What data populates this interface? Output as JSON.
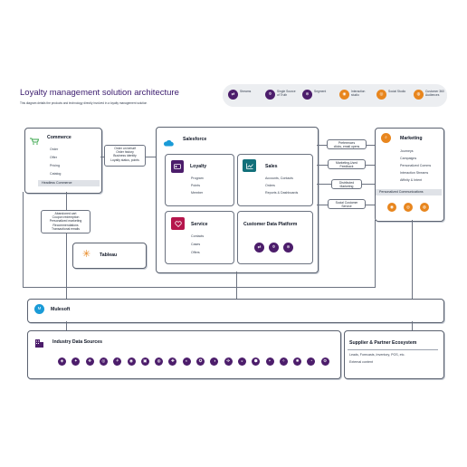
{
  "header": {
    "title": "Loyalty management solution architecture",
    "subtitle": "This diagram details the products and technology directly involved in a loyalty management solution"
  },
  "legend": [
    {
      "label": "Streams",
      "icon": "streams-icon",
      "color": "#4c1d6b"
    },
    {
      "label": "Single Source\nof Truth",
      "icon": "single-source-icon",
      "color": "#4c1d6b"
    },
    {
      "label": "Segment",
      "icon": "segment-icon",
      "color": "#4c1d6b"
    },
    {
      "label": "Interaction\nstudio",
      "icon": "interaction-studio-icon",
      "color": "#e8861e"
    },
    {
      "label": "Social Studio",
      "icon": "social-studio-icon",
      "color": "#e8861e"
    },
    {
      "label": "Customer 360\nAudiences",
      "icon": "customer-360-icon",
      "color": "#e8861e"
    }
  ],
  "commerce": {
    "title": "Commerce",
    "items": [
      "Order",
      "Offer",
      "Pricing",
      "Catalog"
    ],
    "footer": "Headless Commerce"
  },
  "salesforce": {
    "title": "Salesforce"
  },
  "loyalty": {
    "title": "Loyalty",
    "items": [
      "Program",
      "Points",
      "Member"
    ]
  },
  "sales": {
    "title": "Sales",
    "items": [
      "Accounts, Contacts",
      "Orders",
      "Reports & Dashboards"
    ]
  },
  "service": {
    "title": "Service",
    "items": [
      "Contacts",
      "Cases",
      "Offers"
    ]
  },
  "cdp": {
    "title": "Customer Data Platform"
  },
  "marketing": {
    "title": "Marketing",
    "items": [
      "Journeys",
      "Campaigns",
      "Personalized Comms",
      "Interaction Streams",
      "Affinity & Intent"
    ],
    "footer": "Personalized Communications"
  },
  "tableau": {
    "title": "Tableau"
  },
  "mulesoft": {
    "title": "Mulesoft"
  },
  "industry": {
    "title": "Industry Data Sources"
  },
  "partner": {
    "title": "Supplier & Partner Ecosystem",
    "items": [
      "Leads, Forecasts, Inventory, POS, etc.",
      "External content"
    ]
  },
  "callouts": {
    "commerce_sf": "Order on behalf\nOrder history\nBusiness identity\nLoyalty status, points",
    "commerce_bottom": "Abandoned cart\nCoupon redemption\nPersonalized marketing\nRecommendations\nTransactional emails",
    "pref": "Preferences\nclicks, email opens",
    "mkt_feedback": "Marketing-Used\nFeedback",
    "dist_mkt": "Distributed\nMarketing",
    "social": "Social Customer\nService"
  },
  "colors": {
    "accent_purple": "#4c1d6b",
    "accent_orange": "#e8861e",
    "salesforce_blue": "#1a9bd7",
    "commerce_green": "#3aa64b"
  }
}
